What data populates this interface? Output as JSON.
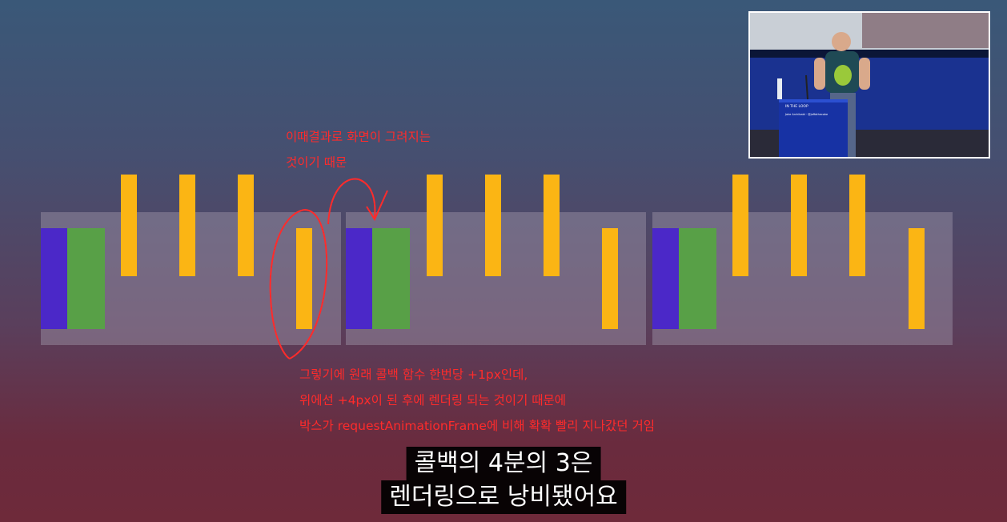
{
  "annotation": {
    "top_note_lines": [
      "이때결과로 화면이 그려지는",
      "것이기 때문"
    ],
    "bottom_note_lines": [
      "그렇기에 원래 콜백 함수 한번당 +1px인데,",
      "위에선 +4px이 된 후에 렌더링 되는 것이기 때문에",
      "박스가 requestAnimationFrame에 비해 확확 빨리 지나갔던 거임"
    ],
    "color": "#ff2b2b"
  },
  "subtitle": {
    "line1": "콜백의 4분의 3은",
    "line2": "렌더링으로 낭비됐어요"
  },
  "colors": {
    "frame": "#a096aa",
    "render_purple": "#4b28c8",
    "render_green": "#58a047",
    "callback_yellow": "#fbb514"
  },
  "video_inset": {
    "podium_small_text": "IN THE LOOP",
    "podium_speaker_text": "Jake Archibald · @jaffathecake"
  }
}
